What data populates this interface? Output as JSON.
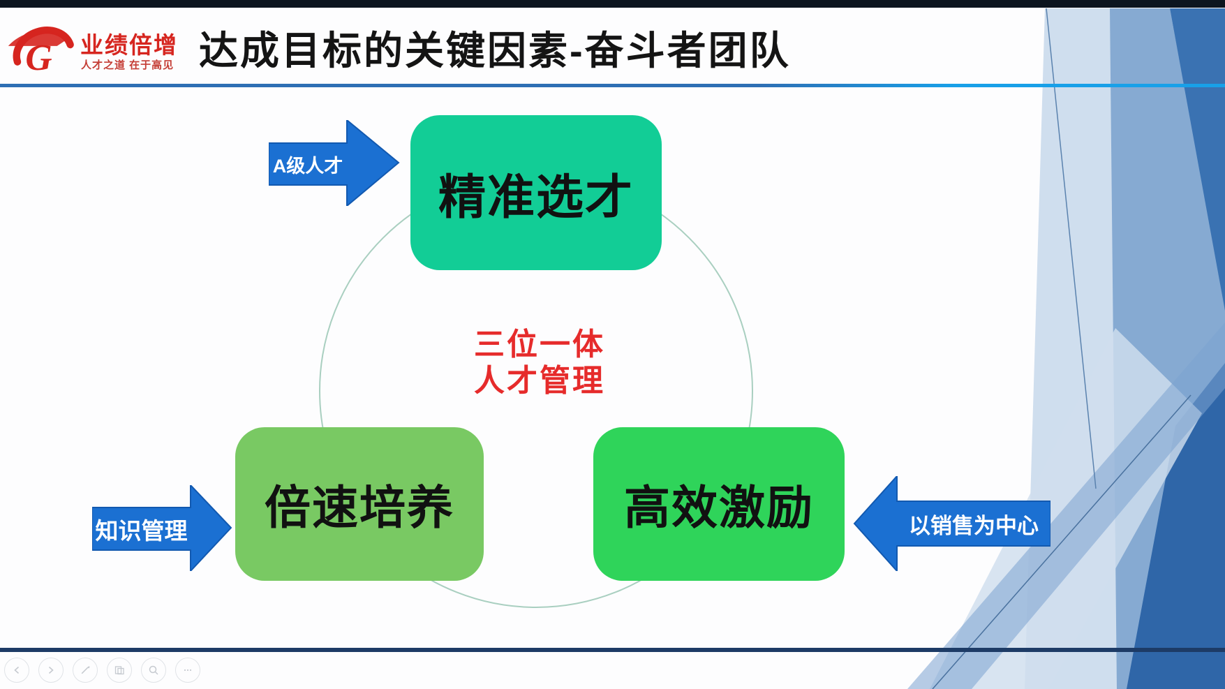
{
  "header": {
    "title": "达成目标的关键因素-奋斗者团队"
  },
  "logo": {
    "mark": "G",
    "brand": "业绩倍增",
    "tagline": "人才之道 在于高见"
  },
  "center": {
    "line1": "三位一体",
    "line2": "人才管理"
  },
  "boxes": {
    "top": {
      "label": "精准选才",
      "color": "#12cd96"
    },
    "left": {
      "label": "倍速培养",
      "color": "#79c963"
    },
    "right": {
      "label": "高效激励",
      "color": "#2fd45a"
    }
  },
  "arrows": {
    "top": {
      "label": "A级人才",
      "direction": "right",
      "color": "#1b70d2"
    },
    "left": {
      "label": "知识管理",
      "direction": "right",
      "color": "#1b70d2"
    },
    "right": {
      "label": "以销售为中心",
      "direction": "left",
      "color": "#1b70d2"
    }
  },
  "toolbar": {
    "buttons": [
      {
        "name": "previous-slide"
      },
      {
        "name": "next-slide"
      },
      {
        "name": "annotate-pen"
      },
      {
        "name": "slide-overview"
      },
      {
        "name": "zoom"
      },
      {
        "name": "more-options"
      }
    ]
  },
  "colors": {
    "accent_red": "#e62b2b",
    "arrow_blue": "#1b70d2",
    "title_underline": "#2e6fb4",
    "top_bar": "#0c151f",
    "bottom_line": "#1d3b66",
    "ribbon_light": "#cfdeee",
    "ribbon_medium": "#86aad2",
    "ribbon_dark": "#3a72b2",
    "circle_stroke": "#a9cfc0"
  }
}
